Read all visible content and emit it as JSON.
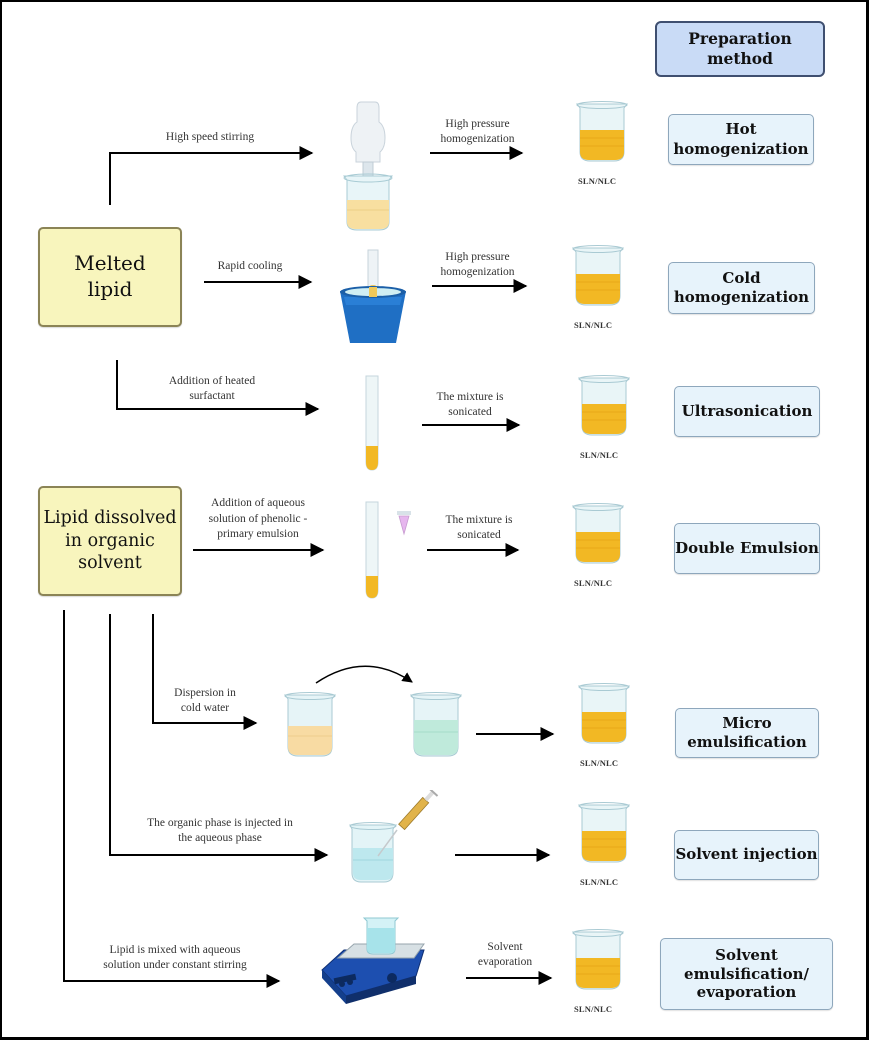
{
  "header": {
    "title": "Preparation method"
  },
  "sources": {
    "melted_lipid": "Melted lipid",
    "lipid_dissolved": "Lipid dissolved in organic solvent"
  },
  "product_label": "SLN/NLC",
  "rows": [
    {
      "step1": [
        "High speed stirring"
      ],
      "apparatus": "homogenizer-beaker",
      "step2": [
        "High pressure",
        "homogenization"
      ],
      "method": [
        "Hot",
        "homogenization"
      ]
    },
    {
      "step1": [
        "Rapid cooling"
      ],
      "apparatus": "ice-bath-tube",
      "step2": [
        "High pressure",
        "homogenization"
      ],
      "method": [
        "Cold",
        "homogenization"
      ]
    },
    {
      "step1": [
        "Addition of heated",
        "surfactant"
      ],
      "apparatus": "test-tube",
      "step2": [
        "The mixture is",
        "sonicated"
      ],
      "method": [
        "Ultrasonication"
      ]
    },
    {
      "step1": [
        "Addition of aqueous",
        "solution of phenolic -",
        "primary emulsion"
      ],
      "apparatus": "test-tube-with-pipette-tip",
      "step2": [
        "The mixture is",
        "sonicated"
      ],
      "method": [
        "Double Emulsion"
      ]
    },
    {
      "step1": [
        "Dispersion in",
        "cold water"
      ],
      "apparatus": "two-beakers-transfer",
      "step2": [],
      "method": [
        "Micro",
        "emulsification"
      ]
    },
    {
      "step1": [
        "The organic phase is injected in",
        "the aqueous phase"
      ],
      "apparatus": "beaker-with-syringe",
      "step2": [],
      "method": [
        "Solvent injection"
      ]
    },
    {
      "step1": [
        "Lipid is mixed with aqueous",
        "solution under constant stirring"
      ],
      "apparatus": "magnetic-stirrer",
      "step2": [
        "Solvent",
        "evaporation"
      ],
      "method": [
        "Solvent",
        "emulsification/",
        "evaporation"
      ]
    }
  ],
  "colors": {
    "source_box_fill": "#f8f5bd",
    "method_box_fill": "#e7f3fb",
    "header_box_fill": "#c9dbf6",
    "lipid_yellow": "#f2b824",
    "water_blue": "#bfe8ee",
    "ice_bucket": "#1f6fc4"
  }
}
